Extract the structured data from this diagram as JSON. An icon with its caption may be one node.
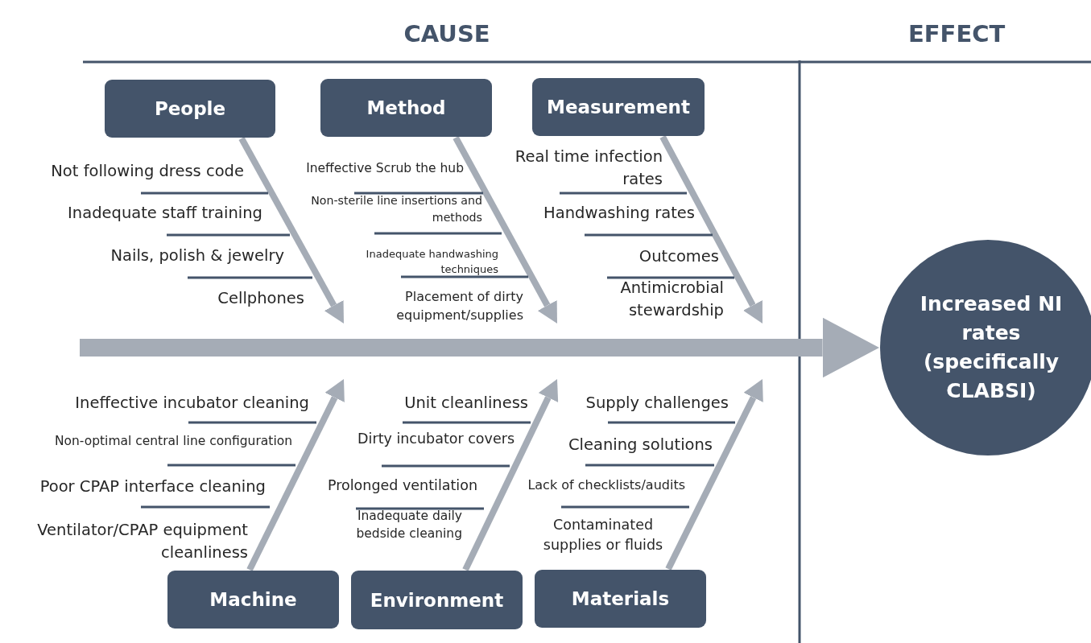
{
  "diagram": {
    "nodes": [
      {
        "text": [
          "People"
        ]
      },
      {
        "text": [
          "Method"
        ]
      },
      {
        "text": [
          "Measurement"
        ]
      },
      {
        "text": [
          "Increased NI rates (specifically CLABSI)"
        ]
      },
      {
        "text": [
          "Machine"
        ]
      },
      {
        "text": [
          "Environment"
        ]
      },
      {
        "text": [
          "Materials"
        ]
      }
    ],
    "edges": [
      {
        "from": 0,
        "to": null,
        "arrow": "to"
      },
      {
        "from": 1,
        "to": null,
        "arrow": "to"
      },
      {
        "from": 2,
        "to": null,
        "arrow": "to"
      },
      {
        "from": 4,
        "to": null,
        "arrow": "to"
      },
      {
        "from": 5,
        "to": null,
        "arrow": "to"
      },
      {
        "from": 6,
        "to": null,
        "arrow": "to"
      },
      {
        "from": null,
        "to": 3,
        "arrow": "to",
        "style": "thick"
      }
    ],
    "labels": [
      "CAUSE",
      "EFFECT",
      "Not following dress code",
      "Inadequate staff training",
      "Nails, polish & jewelry",
      "Cellphones",
      "Ineffective Scrub the hub",
      "Non-sterile line insertions and methods",
      "Inadequate handwashing techniques",
      "Placement of dirty equipment/supplies",
      "Real time infection rates",
      "Handwashing rates",
      "Outcomes",
      "Antimicrobial stewardship",
      "Ineffective incubator cleaning",
      "Non-optimal central line configuration",
      "Poor CPAP interface cleaning",
      "Ventilator/CPAP equipment cleanliness",
      "Unit cleanliness",
      "Dirty incubator covers",
      "Prolonged ventilation",
      "Inadequate daily bedside cleaning",
      "Supply challenges",
      "Cleaning solutions",
      "Lack of checklists/audits",
      "Contaminated supplies or fluids"
    ]
  }
}
